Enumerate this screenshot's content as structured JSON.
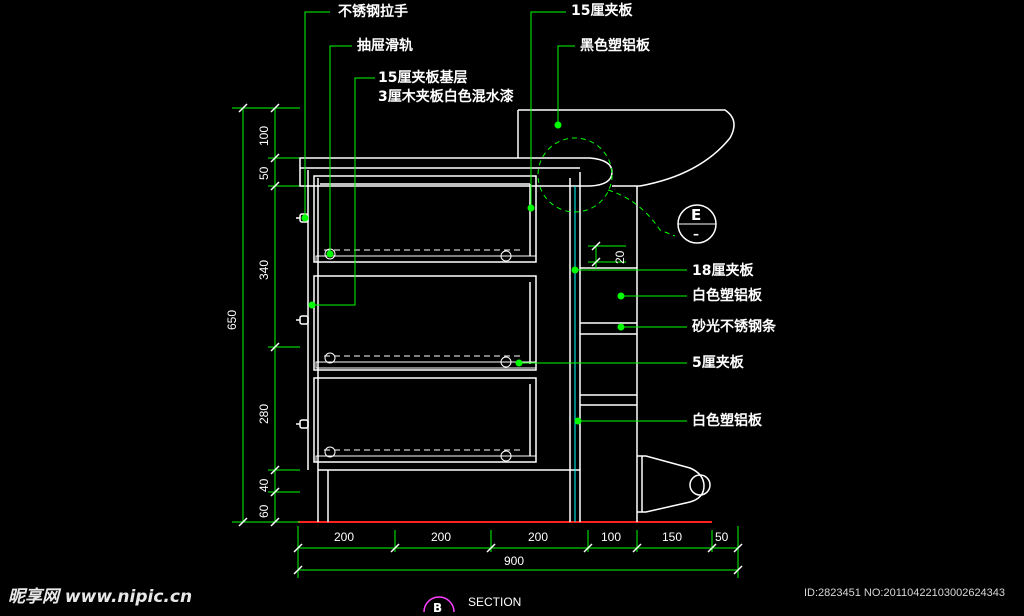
{
  "labels": {
    "stainless_handle": "不锈钢拉手",
    "drawer_slide": "抽屉滑轨",
    "base_layer": "15厘夹板基层",
    "paint_finish": "3厘木夹板白色混水漆",
    "plywood_15": "15厘夹板",
    "black_laminate": "黑色塑铝板",
    "plywood_18": "18厘夹板",
    "white_laminate_1": "白色塑铝板",
    "brushed_steel_strip": "砂光不锈钢条",
    "plywood_5": "5厘夹板",
    "white_laminate_2": "白色塑铝板"
  },
  "detail_marker": {
    "letter": "E",
    "sub": "–"
  },
  "dimensions": {
    "vertical": [
      "100",
      "50",
      "340",
      "280",
      "40",
      "60"
    ],
    "overall_height": "650",
    "gap": "20",
    "horizontal": [
      "200",
      "200",
      "200",
      "100",
      "150",
      "50"
    ],
    "overall_width": "900"
  },
  "section": {
    "letter": "B",
    "text": "SECTION"
  },
  "watermark": {
    "logo": "昵享网 www.nipic.cn",
    "id": "ID:2823451 NO:20110422103002624343"
  },
  "colors": {
    "linework": "#ffffff",
    "leader": "#00ff00",
    "panel_edge": "#00ffff",
    "floor": "#ff0000",
    "background": "#000000"
  }
}
